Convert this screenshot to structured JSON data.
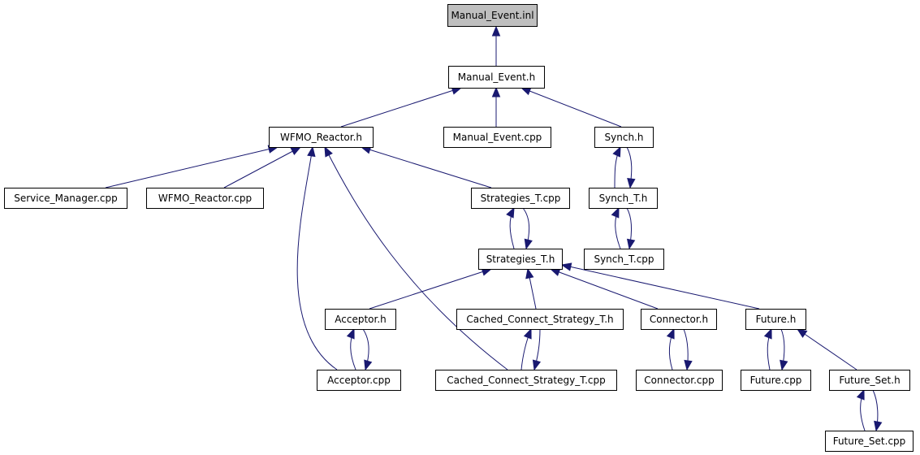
{
  "nodes": [
    {
      "id": "manual_event_inl",
      "label": "Manual_Event.inl",
      "root": true
    },
    {
      "id": "manual_event_h",
      "label": "Manual_Event.h"
    },
    {
      "id": "wfmo_reactor_h",
      "label": "WFMO_Reactor.h"
    },
    {
      "id": "manual_event_cpp",
      "label": "Manual_Event.cpp"
    },
    {
      "id": "synch_h",
      "label": "Synch.h"
    },
    {
      "id": "service_manager_cpp",
      "label": "Service_Manager.cpp"
    },
    {
      "id": "wfmo_reactor_cpp",
      "label": "WFMO_Reactor.cpp"
    },
    {
      "id": "strategies_t_cpp",
      "label": "Strategies_T.cpp"
    },
    {
      "id": "synch_t_h",
      "label": "Synch_T.h"
    },
    {
      "id": "strategies_t_h",
      "label": "Strategies_T.h"
    },
    {
      "id": "synch_t_cpp",
      "label": "Synch_T.cpp"
    },
    {
      "id": "acceptor_h",
      "label": "Acceptor.h"
    },
    {
      "id": "cached_connect_strategy_t_h",
      "label": "Cached_Connect_Strategy_T.h"
    },
    {
      "id": "connector_h",
      "label": "Connector.h"
    },
    {
      "id": "future_h",
      "label": "Future.h"
    },
    {
      "id": "acceptor_cpp",
      "label": "Acceptor.cpp"
    },
    {
      "id": "cached_connect_strategy_t_cpp",
      "label": "Cached_Connect_Strategy_T.cpp"
    },
    {
      "id": "connector_cpp",
      "label": "Connector.cpp"
    },
    {
      "id": "future_cpp",
      "label": "Future.cpp"
    },
    {
      "id": "future_set_h",
      "label": "Future_Set.h"
    },
    {
      "id": "future_set_cpp",
      "label": "Future_Set.cpp"
    }
  ],
  "edges": [
    {
      "from": "manual_event_h",
      "to": "manual_event_inl"
    },
    {
      "from": "wfmo_reactor_h",
      "to": "manual_event_h"
    },
    {
      "from": "manual_event_cpp",
      "to": "manual_event_h"
    },
    {
      "from": "synch_h",
      "to": "manual_event_h"
    },
    {
      "from": "service_manager_cpp",
      "to": "wfmo_reactor_h"
    },
    {
      "from": "wfmo_reactor_cpp",
      "to": "wfmo_reactor_h"
    },
    {
      "from": "strategies_t_cpp",
      "to": "wfmo_reactor_h"
    },
    {
      "from": "acceptor_cpp",
      "to": "wfmo_reactor_h"
    },
    {
      "from": "cached_connect_strategy_t_cpp",
      "to": "wfmo_reactor_h"
    },
    {
      "from": "synch_t_h",
      "to": "synch_h"
    },
    {
      "from": "synch_h",
      "to": "synch_t_h"
    },
    {
      "from": "synch_t_cpp",
      "to": "synch_t_h"
    },
    {
      "from": "synch_t_h",
      "to": "synch_t_cpp"
    },
    {
      "from": "strategies_t_h",
      "to": "strategies_t_cpp"
    },
    {
      "from": "strategies_t_cpp",
      "to": "strategies_t_h"
    },
    {
      "from": "acceptor_h",
      "to": "strategies_t_h"
    },
    {
      "from": "cached_connect_strategy_t_h",
      "to": "strategies_t_h"
    },
    {
      "from": "connector_h",
      "to": "strategies_t_h"
    },
    {
      "from": "future_h",
      "to": "strategies_t_h"
    },
    {
      "from": "acceptor_cpp",
      "to": "acceptor_h"
    },
    {
      "from": "acceptor_h",
      "to": "acceptor_cpp"
    },
    {
      "from": "cached_connect_strategy_t_cpp",
      "to": "cached_connect_strategy_t_h"
    },
    {
      "from": "cached_connect_strategy_t_h",
      "to": "cached_connect_strategy_t_cpp"
    },
    {
      "from": "connector_cpp",
      "to": "connector_h"
    },
    {
      "from": "connector_h",
      "to": "connector_cpp"
    },
    {
      "from": "future_cpp",
      "to": "future_h"
    },
    {
      "from": "future_h",
      "to": "future_cpp"
    },
    {
      "from": "future_set_h",
      "to": "future_h"
    },
    {
      "from": "future_set_cpp",
      "to": "future_set_h"
    },
    {
      "from": "future_set_h",
      "to": "future_set_cpp"
    }
  ]
}
